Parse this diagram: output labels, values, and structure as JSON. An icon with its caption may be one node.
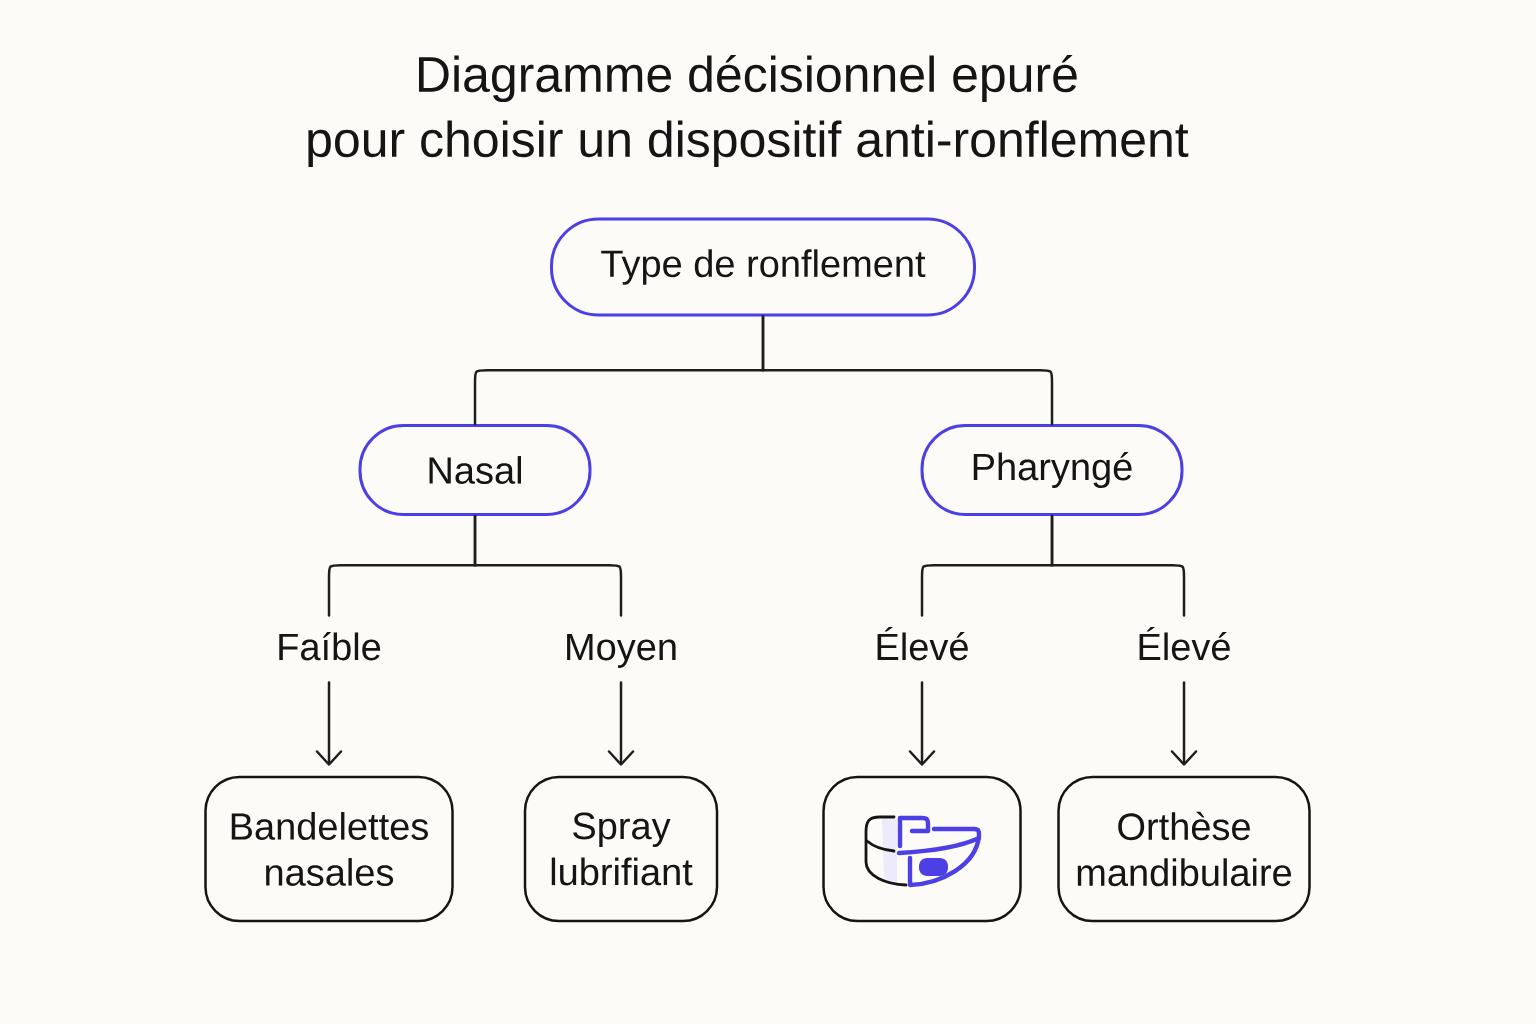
{
  "diagram": {
    "title": "Diagramme décisionnel epuré pour choisir un dispositif anti-ronflement",
    "nodes": [
      {
        "text": [
          "Type de ronflement"
        ]
      },
      {
        "text": [
          "Nasal"
        ]
      },
      {
        "text": [
          "Pharyngé"
        ]
      },
      {
        "text": [
          "Faíble"
        ]
      },
      {
        "text": [
          "Moyen"
        ]
      },
      {
        "text": [
          "Élevé"
        ]
      },
      {
        "text": [
          "Élevé"
        ]
      },
      {
        "text": [
          "Bandelettes nasales"
        ]
      },
      {
        "text": [
          "Spray lubrifiant"
        ]
      },
      {
        "text": [],
        "shape": "box"
      },
      {
        "text": [
          "Orthèse mandibulaire"
        ]
      }
    ],
    "edges": [
      {
        "from": 0,
        "to": 1,
        "arrow": "none"
      },
      {
        "from": 0,
        "to": 2,
        "arrow": "none"
      },
      {
        "from": 1,
        "to": 3,
        "arrow": "none"
      },
      {
        "from": 1,
        "to": 4,
        "arrow": "none"
      },
      {
        "from": 2,
        "to": 5,
        "arrow": "none"
      },
      {
        "from": 2,
        "to": 6,
        "arrow": "none"
      },
      {
        "from": 3,
        "to": 7,
        "arrow": "to"
      },
      {
        "from": 4,
        "to": 8,
        "arrow": "to"
      },
      {
        "from": 5,
        "to": 9,
        "arrow": "to"
      },
      {
        "from": 6,
        "to": 10,
        "arrow": "to"
      }
    ]
  }
}
